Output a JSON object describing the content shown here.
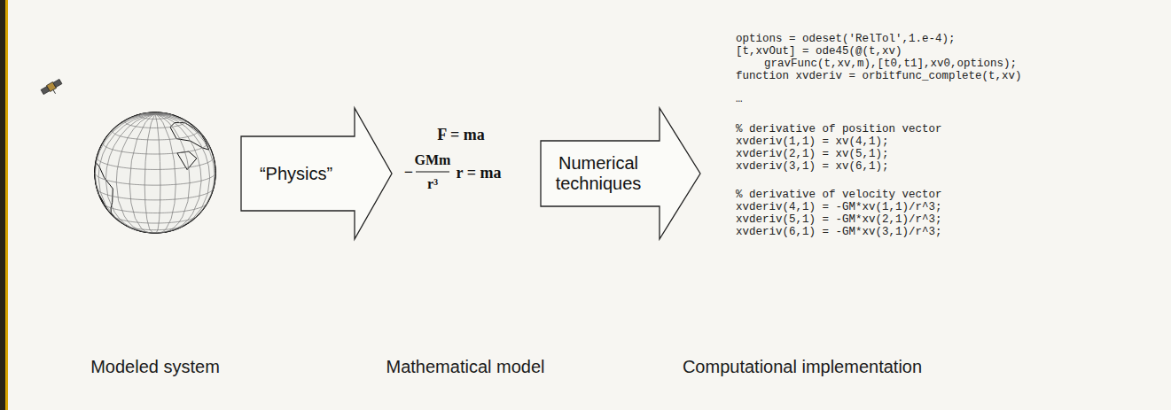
{
  "diagram": {
    "nodes": [
      {
        "text": [
          "“Physics”"
        ]
      },
      {
        "text": [
          "Numerical techniques"
        ]
      }
    ],
    "labels": [
      "F = ma",
      "−",
      "GMm",
      "r³",
      "r = ma",
      "options = odeset('RelTol',1.e-4);",
      "[t,xvOut] = ode45(@(t,xv)",
      "gravFunc(t,xv,m),[t0,t1],xv0,options);",
      "function xvderiv = orbitfunc_complete(t,xv)",
      "…",
      "% derivative of position vector",
      "xvderiv(1,1) = xv(4,1);",
      "xvderiv(2,1) = xv(5,1);",
      "xvderiv(3,1) = xv(6,1);",
      "% derivative of velocity vector",
      "xvderiv(4,1) = -GM*xv(1,1)/r^3;",
      "xvderiv(5,1) = -GM*xv(2,1)/r^3;",
      "xvderiv(6,1) = -GM*xv(3,1)/r^3;",
      "Modeled system",
      "Mathematical model",
      "Computational implementation"
    ]
  }
}
